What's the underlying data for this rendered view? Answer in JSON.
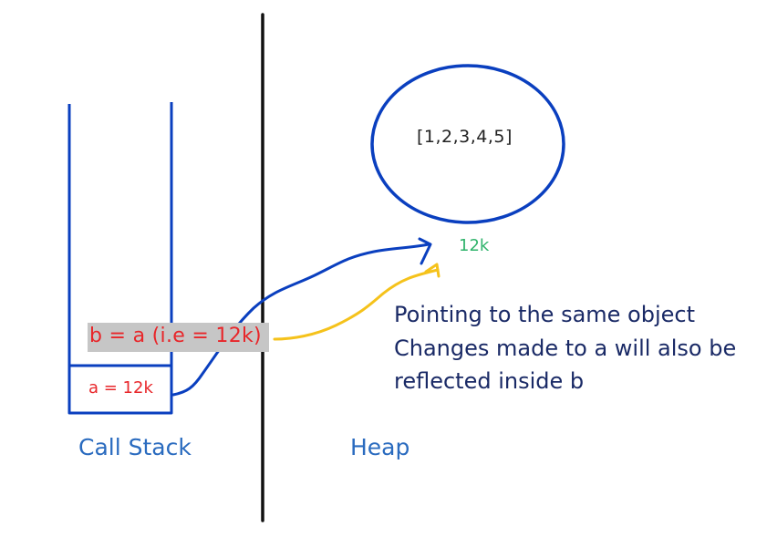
{
  "heap": {
    "object_value": "[1,2,3,4,5]",
    "address": "12k",
    "label": "Heap"
  },
  "stack": {
    "label": "Call Stack",
    "frames": [
      {
        "text": "b = a (i.e = 12k)"
      },
      {
        "text": "a = 12k"
      }
    ]
  },
  "note": {
    "lines": [
      "Pointing to the same object",
      "Changes made to a will also be",
      "reflected inside b"
    ]
  },
  "colors": {
    "stack_outline": "#0a3fbf",
    "heap_outline": "#0a3fbf",
    "divider": "#111111",
    "pointer_a": "#0a3fbf",
    "pointer_b": "#f5c21b",
    "address_text": "#2fb36b",
    "frame_text": "#e8262a",
    "frame_highlight": "#c6c6c6",
    "label_text": "#2a6bbf",
    "note_text": "#1a2a66"
  }
}
